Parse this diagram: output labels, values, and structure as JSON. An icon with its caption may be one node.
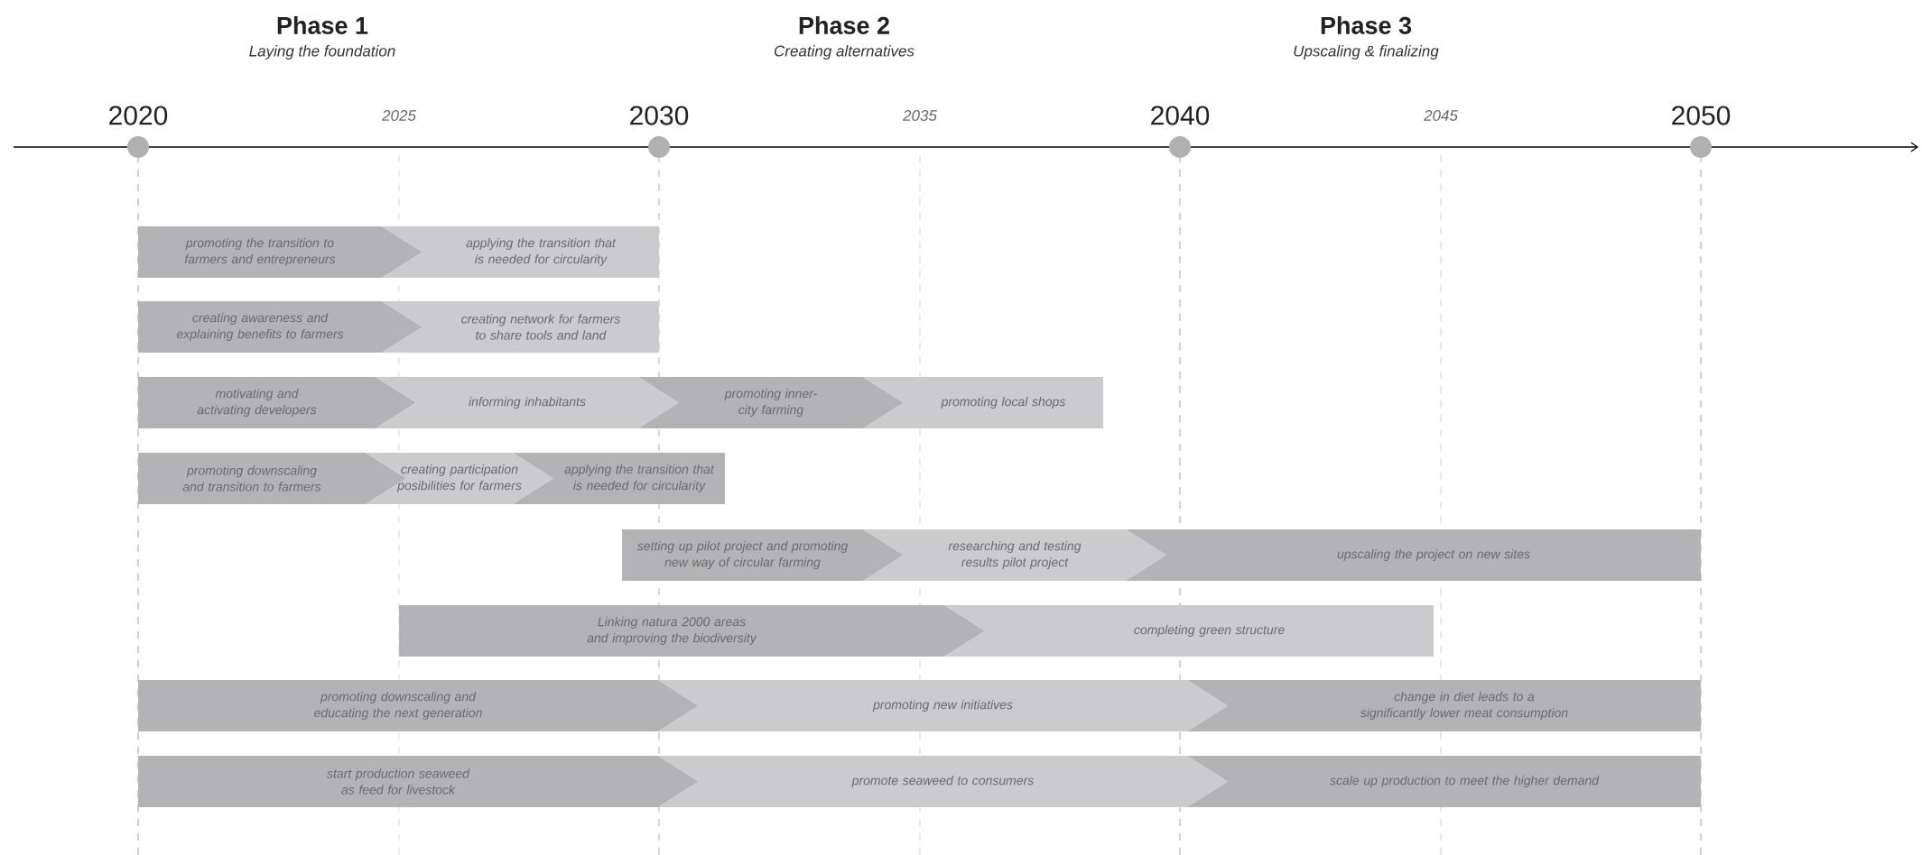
{
  "diagram": {
    "nodes": [
      {
        "text": [
          "promoting the transition to farmers and entrepreneurs"
        ]
      },
      {
        "text": [
          "applying the transition that is needed for circularity"
        ]
      },
      {
        "text": [
          "creating awareness and explaining benefits to farmers"
        ]
      },
      {
        "text": [
          "creating network for farmers to share tools and land"
        ]
      },
      {
        "text": [
          "motivating and activating developers"
        ]
      },
      {
        "text": [
          "informing inhabitants"
        ]
      },
      {
        "text": [
          "promoting inner-city farming"
        ]
      },
      {
        "text": [
          "promoting local shops"
        ]
      },
      {
        "text": [
          "promoting downscaling and transition to farmers"
        ]
      },
      {
        "text": [
          "creating participation posibilities for farmers"
        ]
      },
      {
        "text": [
          "applying the transition that is needed for circularity"
        ]
      },
      {
        "text": [
          "setting up pilot project and promoting new way of circular farming"
        ]
      },
      {
        "text": [
          "researching and testing results pilot project"
        ]
      },
      {
        "text": [
          "upscaling the project on new sites"
        ]
      },
      {
        "text": [
          "Linking natura 2000 areas and improving the biodiversity"
        ]
      },
      {
        "text": [
          "completing green structure"
        ]
      },
      {
        "text": [
          "promoting downscaling and educating the next generation"
        ]
      },
      {
        "text": [
          "promoting new initiatives"
        ]
      },
      {
        "text": [
          "change in diet leads to a significantly lower meat consumption"
        ]
      },
      {
        "text": [
          "start production seaweed as feed for livestock"
        ]
      },
      {
        "text": [
          "promote seaweed to consumers"
        ]
      },
      {
        "text": [
          "scale up production to meet the higher demand"
        ]
      }
    ],
    "labels": [
      "Phase 1",
      "Laying the foundation",
      "Phase 2",
      "Creating alternatives",
      "Phase 3",
      "Upscaling & finalizing",
      "2020",
      "2025",
      "2030",
      "2035",
      "2040",
      "2045",
      "2050"
    ]
  }
}
